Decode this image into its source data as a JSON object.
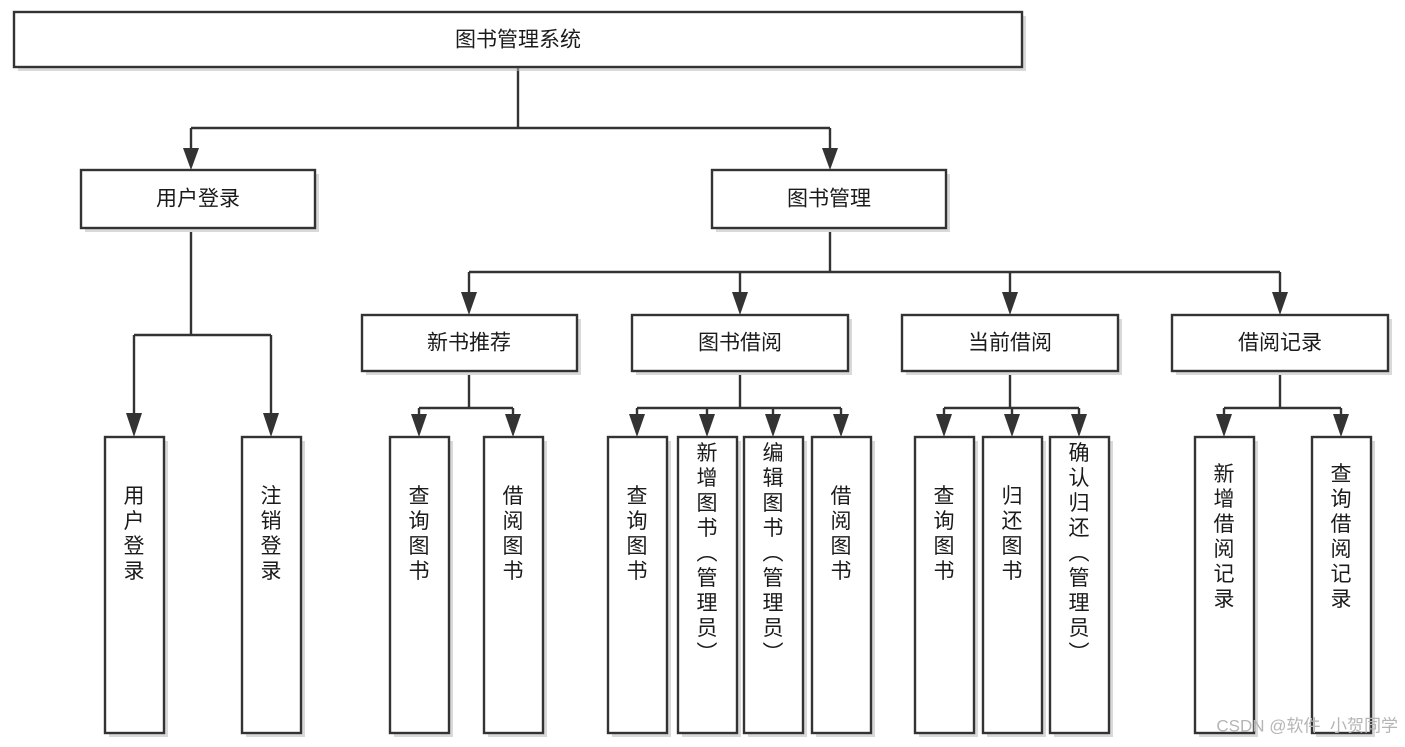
{
  "diagram": {
    "title": "图书管理系统",
    "type": "hierarchy-tree",
    "root": {
      "id": "root",
      "label": "图书管理系统",
      "orientation": "horizontal"
    },
    "level2": [
      {
        "id": "user-login",
        "label": "用户登录",
        "orientation": "horizontal"
      },
      {
        "id": "book-management",
        "label": "图书管理",
        "orientation": "horizontal"
      }
    ],
    "level3": [
      {
        "id": "new-book-recommend",
        "label": "新书推荐",
        "orientation": "horizontal",
        "parent": "book-management"
      },
      {
        "id": "book-borrow",
        "label": "图书借阅",
        "orientation": "horizontal",
        "parent": "book-management"
      },
      {
        "id": "current-borrow",
        "label": "当前借阅",
        "orientation": "horizontal",
        "parent": "book-management"
      },
      {
        "id": "borrow-record",
        "label": "借阅记录",
        "orientation": "horizontal",
        "parent": "book-management"
      }
    ],
    "leaves": [
      {
        "id": "leaf-user-login",
        "label": "用户登录",
        "orientation": "vertical",
        "parent": "user-login"
      },
      {
        "id": "leaf-user-logout",
        "label": "注销登录",
        "orientation": "vertical",
        "parent": "user-login"
      },
      {
        "id": "leaf-query-book-1",
        "label": "查询图书",
        "orientation": "vertical",
        "parent": "new-book-recommend"
      },
      {
        "id": "leaf-borrow-book-1",
        "label": "借阅图书",
        "orientation": "vertical",
        "parent": "new-book-recommend"
      },
      {
        "id": "leaf-query-book-2",
        "label": "查询图书",
        "orientation": "vertical",
        "parent": "book-borrow"
      },
      {
        "id": "leaf-add-book",
        "label": "新增图书（管理员）",
        "orientation": "vertical",
        "parent": "book-borrow"
      },
      {
        "id": "leaf-edit-book",
        "label": "编辑图书（管理员）",
        "orientation": "vertical",
        "parent": "book-borrow"
      },
      {
        "id": "leaf-borrow-book-2",
        "label": "借阅图书",
        "orientation": "vertical",
        "parent": "book-borrow"
      },
      {
        "id": "leaf-query-book-3",
        "label": "查询图书",
        "orientation": "vertical",
        "parent": "current-borrow"
      },
      {
        "id": "leaf-return-book",
        "label": "归还图书",
        "orientation": "vertical",
        "parent": "current-borrow"
      },
      {
        "id": "leaf-confirm-return",
        "label": "确认归还（管理员）",
        "orientation": "vertical",
        "parent": "current-borrow"
      },
      {
        "id": "leaf-add-record",
        "label": "新增借阅记录",
        "orientation": "vertical",
        "parent": "borrow-record"
      },
      {
        "id": "leaf-query-record",
        "label": "查询借阅记录",
        "orientation": "vertical",
        "parent": "borrow-record"
      }
    ]
  },
  "watermark": {
    "text": "CSDN @软件_小贺同学"
  },
  "colors": {
    "box_stroke": "#333333",
    "box_fill": "#ffffff",
    "text": "#1b1b1b",
    "shadow": "#b9b9b9",
    "watermark": "#b5b5b5",
    "background": "#ffffff"
  }
}
